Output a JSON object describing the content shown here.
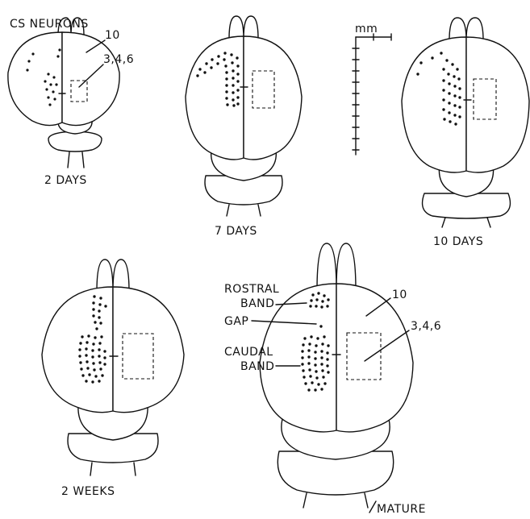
{
  "figure": {
    "title": "CS NEURONS",
    "area_10": "10",
    "area_346": "3,4,6",
    "scale_unit": "mm",
    "ages": {
      "d2": "2 DAYS",
      "d7": "7 DAYS",
      "d10": "10 DAYS",
      "w2": "2 WEEKS",
      "mature": "MATURE"
    },
    "mature_labels": {
      "rostral": "ROSTRAL",
      "band1": "BAND",
      "gap": "GAP",
      "caudal": "CAUDAL",
      "band2": "BAND",
      "area_10": "10",
      "area_346": "3,4,6"
    }
  }
}
